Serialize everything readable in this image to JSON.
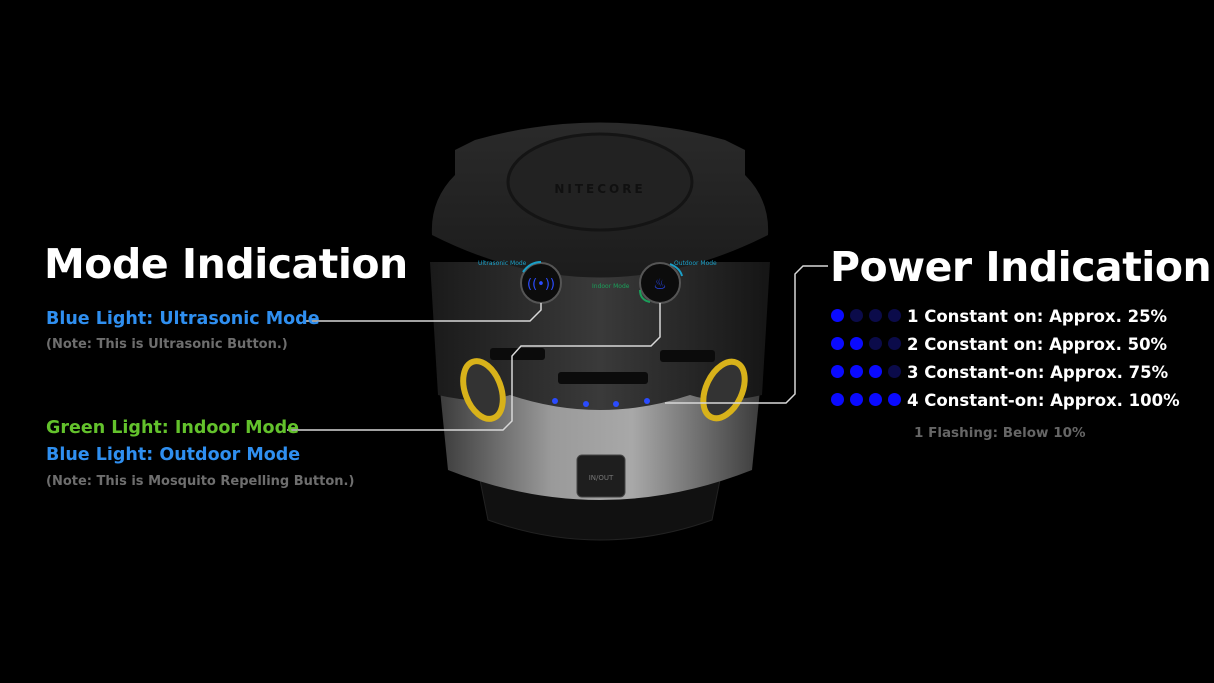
{
  "brand": "NITECORE",
  "device": {
    "top_labels": [
      "Ultrasonic Mode",
      "Indoor Mode",
      "Outdoor Mode"
    ],
    "port_label": "IN/OUT",
    "indicator_color": "#2a4bff",
    "ring_color": "#d8b21a"
  },
  "mode": {
    "title": "Mode Indication",
    "ultrasonic_label": "Blue Light: Ultrasonic Mode",
    "ultrasonic_note": "(Note: This is Ultrasonic Button.)",
    "indoor_label": "Green Light: Indoor Mode",
    "outdoor_label": "Blue Light: Outdoor Mode",
    "mosquito_note": "(Note: This is Mosquito Repelling Button.)",
    "blue_color": "#2f8ff0",
    "green_color": "#63c22c"
  },
  "power": {
    "title": "Power Indication",
    "on_color": "#0a0aff",
    "off_color": "#0b0b4a",
    "levels": [
      {
        "text": "1 Constant on: Approx. 25%",
        "lit": 1
      },
      {
        "text": "2 Constant on: Approx. 50%",
        "lit": 2
      },
      {
        "text": "3 Constant-on: Approx. 75%",
        "lit": 3
      },
      {
        "text": "4 Constant-on: Approx. 100%",
        "lit": 4
      }
    ],
    "flashing_note": "1 Flashing: Below 10%"
  }
}
